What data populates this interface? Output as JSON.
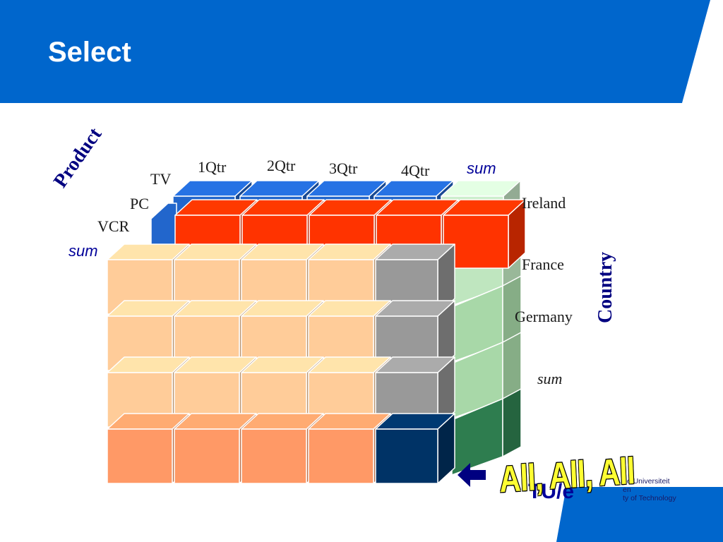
{
  "slide": {
    "title": "Select"
  },
  "cube": {
    "quarter_labels": [
      "1Qtr",
      "2Qtr",
      "3Qtr",
      "4Qtr"
    ],
    "quarter_sum_label": "sum",
    "product_axis_label": "Product",
    "product_labels": [
      "TV",
      "PC",
      "VCR"
    ],
    "product_sum_label": "sum",
    "country_axis_label": "Country",
    "country_labels": [
      "Ireland",
      "France",
      "Germany"
    ],
    "country_sum_label": "sum",
    "colors": {
      "tv_layer": "#2266cc",
      "pc_layer": "#ff3300",
      "sum_front": "#ffcc99",
      "sum_front_bottom": "#ff9966",
      "sum_column": "#999999",
      "corner": "#003366",
      "sum_quarter_green": "#cceecc",
      "dark_green": "#2e7d4f"
    }
  },
  "callout": {
    "text": "All, All, All",
    "icon": "arrow-left-icon"
  },
  "logo": {
    "mark": "TU/e",
    "lines": [
      "he Universiteit",
      "en",
      "ty of Technology"
    ]
  }
}
